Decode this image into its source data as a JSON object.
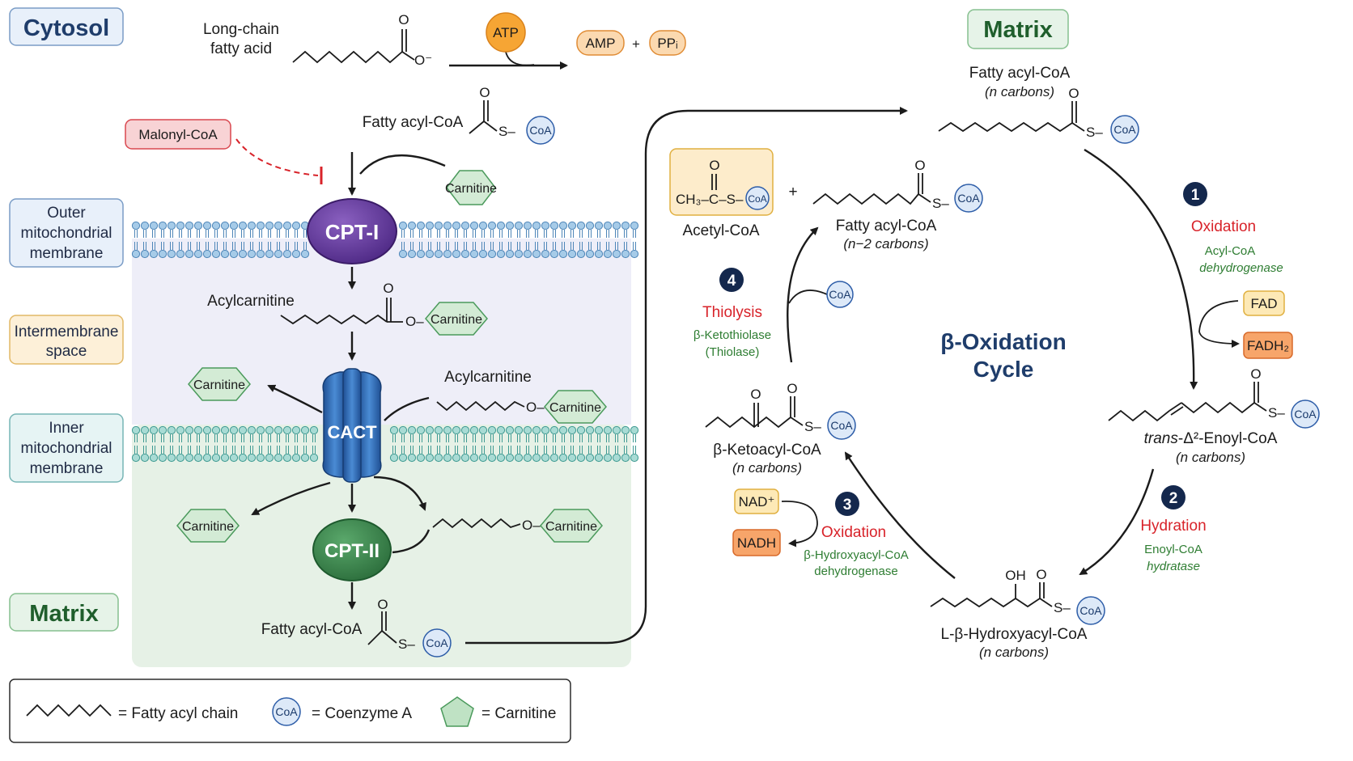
{
  "colors": {
    "cytosol_bg": "#e8f0fa",
    "matrix_green": "#e3f2e6",
    "oxidation_red": "#d8232a",
    "enzyme_green": "#2e7d32",
    "cpt1_purple": "#6a3fa0",
    "cpt2_green": "#3f8f55",
    "cact_blue": "#2e6bb5",
    "membrane_blue": "#7fb2d9",
    "inner_membrane_teal": "#6fb8b0",
    "atp_orange": "#f4a233",
    "malonyl_red": "#f6c9cc"
  },
  "regions": {
    "cytosol": "Cytosol",
    "matrix_top": "Matrix",
    "matrix_left": "Matrix",
    "outer_membrane": [
      "Outer",
      "mitochondrial",
      "membrane"
    ],
    "intermembrane": [
      "Intermembrane",
      "space"
    ],
    "inner_membrane": [
      "Inner",
      "mitochondrial",
      "membrane"
    ]
  },
  "activation": {
    "substrate": [
      "Long-chain",
      "fatty acid"
    ],
    "atp": "ATP",
    "amp": "AMP",
    "plus": "+",
    "ppi": "PPᵢ",
    "o_label": "O",
    "o_minus": "O⁻"
  },
  "transport": {
    "fatty_acyl_coa_top": "Fatty acyl-CoA",
    "malonyl_coa": "Malonyl-CoA",
    "carnitine": "Carnitine",
    "cpt1": "CPT-I",
    "acylcarnitine_1": "Acylcarnitine",
    "acylcarnitine_2": "Acylcarnitine",
    "cact": "CACT",
    "cpt2": "CPT-II",
    "fatty_acyl_coa_bottom": "Fatty acyl-CoA",
    "o_atom": "O",
    "o_link": "O–",
    "s_link": "S–",
    "coa": "CoA"
  },
  "cycle": {
    "title": [
      "β-Oxidation",
      "Cycle"
    ],
    "start": {
      "name": "Fatty acyl-CoA",
      "sub": "(n carbons)"
    },
    "enoyl": {
      "prefix": "trans",
      "name": "-Δ²-Enoyl-CoA",
      "sub": "(n carbons)"
    },
    "hydroxy": {
      "name": "L-β-Hydroxyacyl-CoA",
      "sub": "(n carbons)",
      "oh": "OH"
    },
    "keto": {
      "name": "β-Ketoacyl-CoA",
      "sub": "(n carbons)"
    },
    "acetyl": {
      "name": "Acetyl-CoA",
      "formula": "CH₃–C–S–"
    },
    "shortened": {
      "name": "Fatty acyl-CoA",
      "sub": "(n−2 carbons)"
    },
    "plus": "+",
    "steps": [
      {
        "num": "1",
        "title": "Oxidation",
        "enzyme": [
          "Acyl-CoA",
          "dehydrogenase"
        ],
        "in": "FAD",
        "out": "FADH₂"
      },
      {
        "num": "2",
        "title": "Hydration",
        "enzyme": [
          "Enoyl-CoA",
          "hydratase"
        ]
      },
      {
        "num": "3",
        "title": "Oxidation",
        "enzyme": [
          "β-Hydroxyacyl-CoA",
          "dehydrogenase"
        ],
        "in": "NAD⁺",
        "out": "NADH"
      },
      {
        "num": "4",
        "title": "Thiolysis",
        "enzyme": [
          "β-Ketothiolase",
          "(Thiolase)"
        ],
        "in": "CoA"
      }
    ]
  },
  "legend": {
    "chain": "= Fatty acyl chain",
    "coa_symbol": "CoA",
    "coa": "= Coenzyme A",
    "carnitine": "= Carnitine"
  },
  "icons": [
    "zigzag-chain-icon",
    "coa-circle-icon",
    "carnitine-hexagon-icon",
    "inhibition-bar-icon",
    "phospholipid-bilayer-icon"
  ]
}
